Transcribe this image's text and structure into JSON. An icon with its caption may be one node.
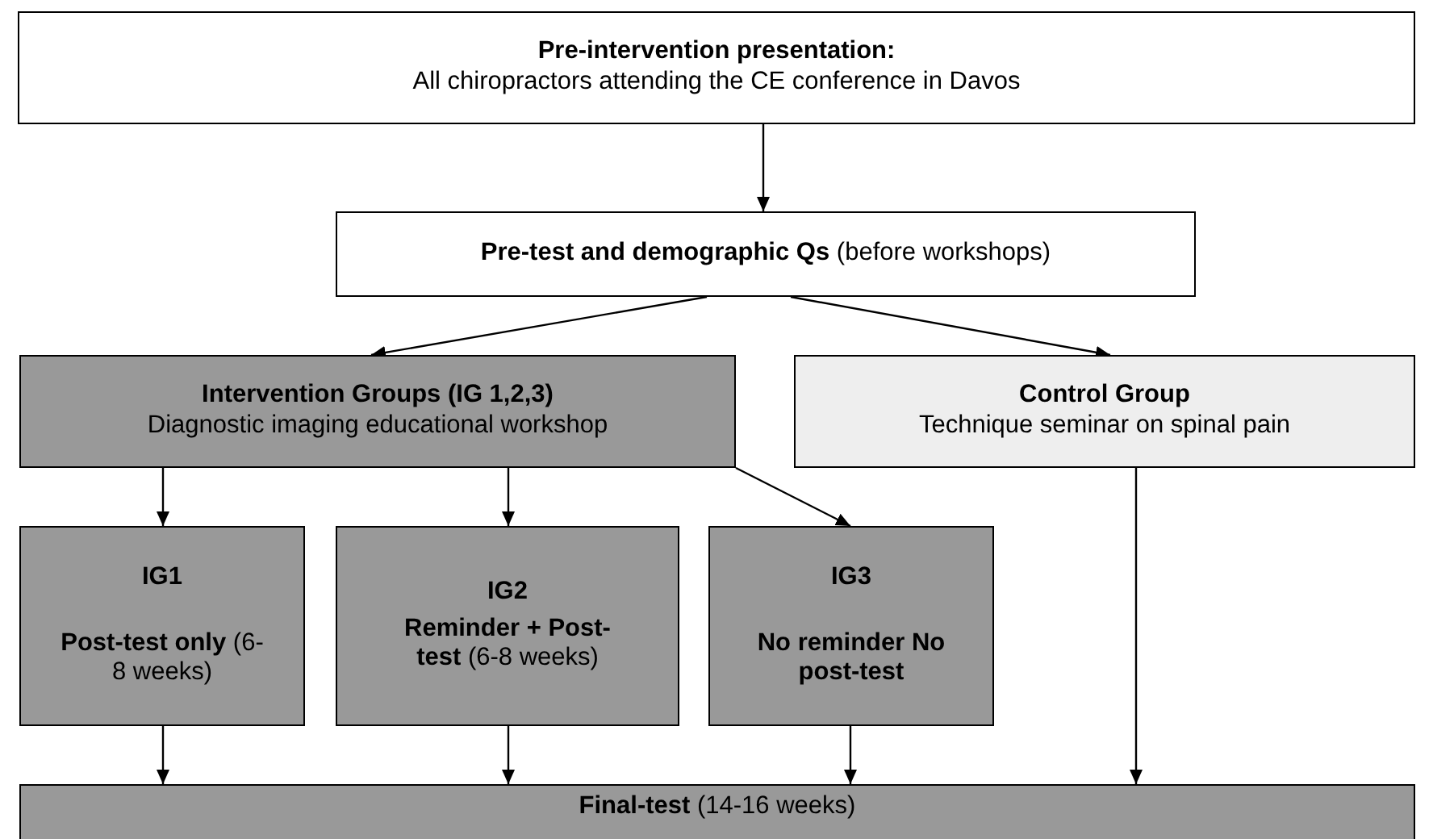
{
  "diagram": {
    "nodes": [
      {
        "text": [
          "Pre-intervention presentation:",
          "All chiropractors attending the CE conference in Davos"
        ]
      },
      {
        "text": [
          "**Pre-test and demographic Qs** (before workshops)"
        ]
      },
      {
        "text": [
          "Intervention Groups (IG 1,2,3)",
          "Diagnostic imaging educational workshop"
        ]
      },
      {
        "text": [
          "Control Group",
          "Technique seminar on spinal pain"
        ]
      },
      {
        "text": [
          "IG1",
          "**Post-test only** (6-8 weeks)"
        ]
      },
      {
        "text": [
          "IG2",
          "**Reminder** **+ Post-test** (6-8 weeks)"
        ]
      },
      {
        "text": [
          "IG3",
          "**No reminder No post-test**"
        ]
      },
      {
        "text": [
          "**Final-test** (14-16 weeks)"
        ]
      }
    ],
    "edges": [
      {
        "from": 0,
        "to": 1,
        "arrow": "to"
      },
      {
        "from": 1,
        "to": 2,
        "arrow": "to"
      },
      {
        "from": 1,
        "to": 3,
        "arrow": "to"
      },
      {
        "from": 2,
        "to": 4,
        "arrow": "to"
      },
      {
        "from": 2,
        "to": 5,
        "arrow": "to"
      },
      {
        "from": 2,
        "to": 6,
        "arrow": "to"
      },
      {
        "from": 4,
        "to": 7,
        "arrow": "to"
      },
      {
        "from": 5,
        "to": 7,
        "arrow": "to"
      },
      {
        "from": 6,
        "to": 7,
        "arrow": "to"
      },
      {
        "from": 3,
        "to": 7,
        "arrow": "to"
      }
    ]
  }
}
